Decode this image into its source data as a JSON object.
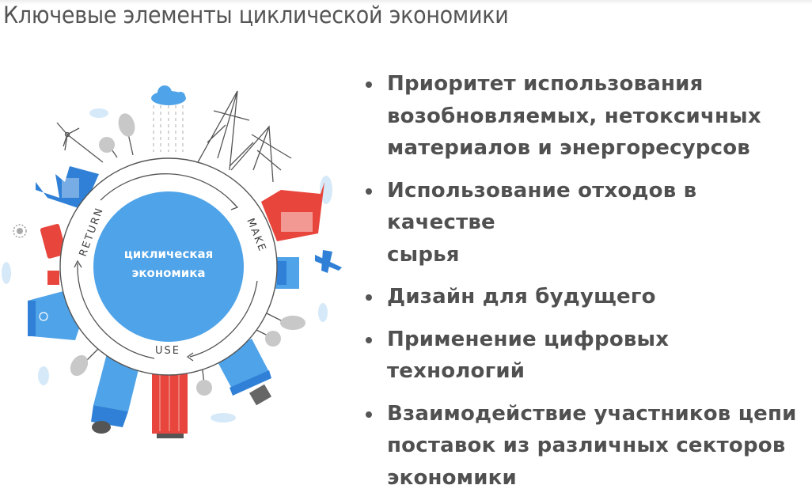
{
  "title": "Ключевые элементы циклической экономики",
  "diagram": {
    "center_label_line1": "циклическая",
    "center_label_line2": "экономика",
    "ring_labels": {
      "return": "RETURN",
      "make": "MAKE",
      "use": "USE"
    },
    "colors": {
      "blue": "#4fa3e8",
      "dark_blue": "#2f80d6",
      "red": "#e8453c",
      "grey": "#c8c8c8",
      "line": "#555555"
    }
  },
  "bullets": [
    {
      "line1": "Приоритет использования",
      "line2": "возобновляемых, нетоксичных",
      "line3": "материалов и энергоресурсов"
    },
    {
      "line1": "Использование отходов в качестве",
      "line2": "сырья"
    },
    {
      "line1": "Дизайн для будущего"
    },
    {
      "line1": "Применение цифровых технологий"
    },
    {
      "line1": "Взаимодействие участников цепи",
      "line2": "поставок из различных секторов",
      "line3": "экономики"
    }
  ]
}
